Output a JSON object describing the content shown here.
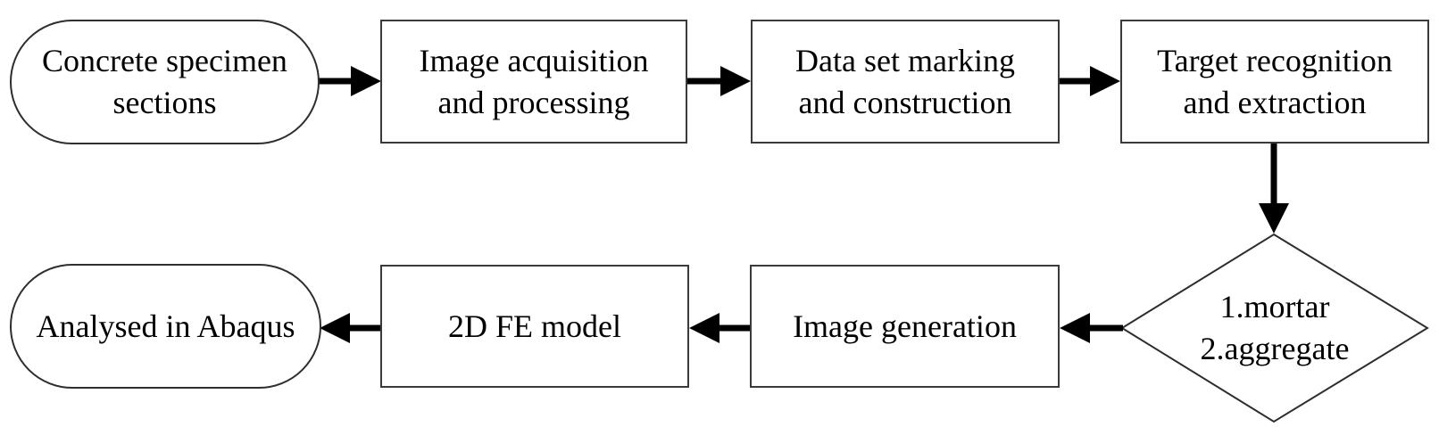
{
  "diagram": {
    "type": "flowchart",
    "nodes": {
      "concrete_specimen_sections": {
        "shape": "stadium",
        "label": "Concrete specimen\nsections"
      },
      "image_acquisition": {
        "shape": "rect",
        "label": "Image acquisition\nand processing"
      },
      "data_set_marking": {
        "shape": "rect",
        "label": "Data set marking\nand construction"
      },
      "target_recognition": {
        "shape": "rect",
        "label": "Target recognition\nand extraction"
      },
      "classes_decision": {
        "shape": "diamond",
        "label": "1.mortar\n2.aggregate"
      },
      "image_generation": {
        "shape": "rect",
        "label": "Image generation"
      },
      "fe_model": {
        "shape": "rect",
        "label": "2D FE model"
      },
      "analysed_in_abaqus": {
        "shape": "stadium",
        "label": "Analysed in Abaqus"
      }
    },
    "edges": [
      {
        "from": "concrete_specimen_sections",
        "to": "image_acquisition",
        "direction": "right"
      },
      {
        "from": "image_acquisition",
        "to": "data_set_marking",
        "direction": "right"
      },
      {
        "from": "data_set_marking",
        "to": "target_recognition",
        "direction": "right"
      },
      {
        "from": "target_recognition",
        "to": "classes_decision",
        "direction": "down"
      },
      {
        "from": "classes_decision",
        "to": "image_generation",
        "direction": "left"
      },
      {
        "from": "image_generation",
        "to": "fe_model",
        "direction": "left"
      },
      {
        "from": "fe_model",
        "to": "analysed_in_abaqus",
        "direction": "left"
      }
    ],
    "colors": {
      "background": "#ffffff",
      "shape_border": "#2e2e2e",
      "arrow": "#000000",
      "text": "#000000"
    }
  }
}
